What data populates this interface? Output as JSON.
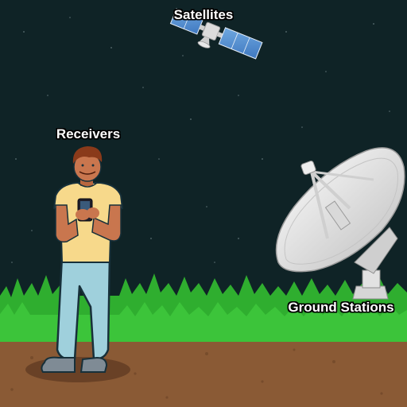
{
  "labels": {
    "satellites": "Satellites",
    "receivers": "Receivers",
    "ground_stations": "Ground Stations"
  },
  "colors": {
    "sky": "#0f2326",
    "grass": "#2fae2f",
    "soil": "#8a5a35",
    "shirt": "#f7d98b",
    "pants": "#9fd0dc",
    "dish": "#e8e8e8"
  }
}
